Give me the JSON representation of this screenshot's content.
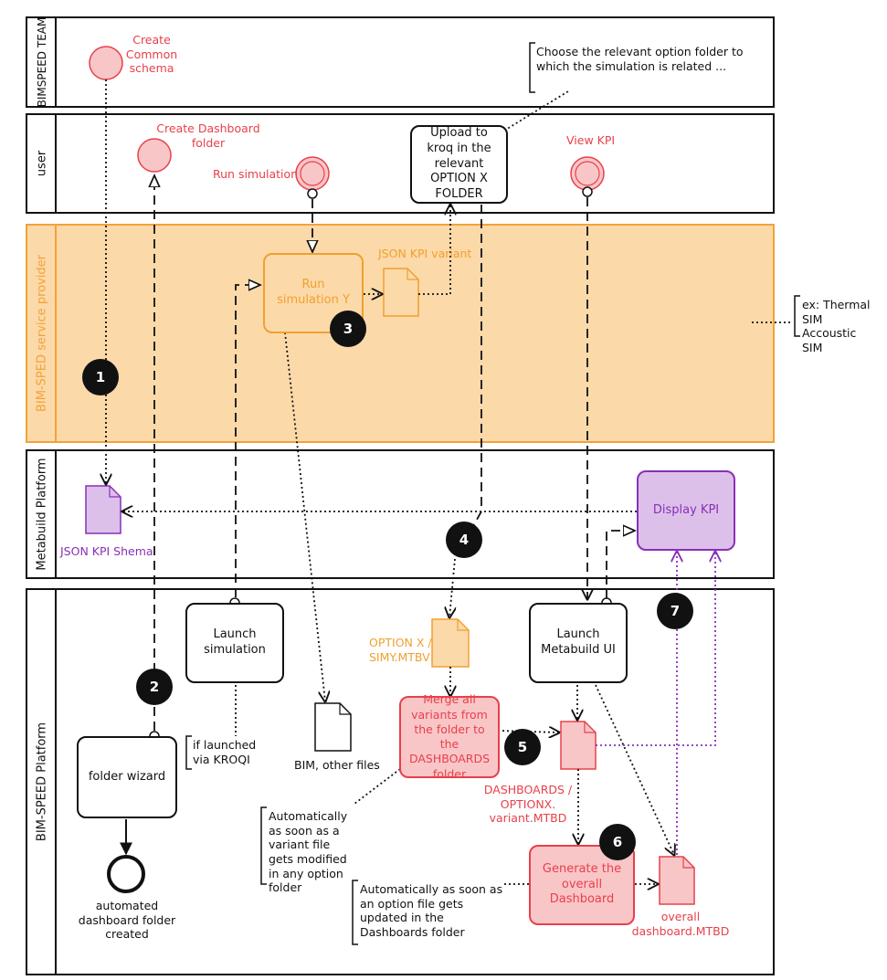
{
  "lanes": {
    "bimspeed_team": "BIMSPEED TEAM",
    "user": "user",
    "service_provider": "BIM-SPED service provider",
    "metabuild": "Metabuild Platform",
    "bimspeed_platform": "BIM-SPEED Platform"
  },
  "events": {
    "create_common_schema": "Create Common schema",
    "create_dashboard_folder": "Create Dashboard folder",
    "run_simulation": "Run simulation",
    "view_kpi": "View KPI",
    "automated_folder_created": "automated dashboard folder created"
  },
  "tasks": {
    "upload_kroq": "Upload to kroq in the relevant OPTION X FOLDER",
    "run_simulation_y": "Run simulation Y",
    "display_kpi": "Display KPI",
    "launch_simulation": "Launch simulation",
    "launch_metabuild_ui": "Launch Metabuild UI",
    "folder_wizard": "folder wizard",
    "merge_variants": "Merge all variants from the folder to the DASHBOARDS folder",
    "generate_dashboard": "Generate the overall Dashboard"
  },
  "documents": {
    "json_kpi_variant": "JSON KPI variant",
    "json_kpi_schema": "JSON KPI Shema",
    "option_x_simy": "OPTION X / SIMY.MTBV",
    "bim_other_files": "BIM, other files",
    "dashboards_optionx": "DASHBOARDS / OPTIONX. variant.MTBD",
    "overall_dashboard": "overall dashboard.MTBD"
  },
  "annotations": {
    "choose_option_folder": "Choose the relevant option folder to which the simulation is related ...",
    "ex_sim": "ex: Thermal SIM Accoustic SIM",
    "launched_via_kroqi": "if launched via KROQI",
    "auto_variant": "Automatically as soon as a variant file gets modified in any option folder",
    "auto_option": "Automatically as soon as an option file gets updated in the Dashboards folder"
  },
  "badges": [
    "1",
    "2",
    "3",
    "4",
    "5",
    "6",
    "7"
  ],
  "colors": {
    "red": "#e8404a",
    "orange": "#f0a030",
    "purple": "#8a2fb8",
    "orange_lane_fill": "#fcd9a8"
  }
}
